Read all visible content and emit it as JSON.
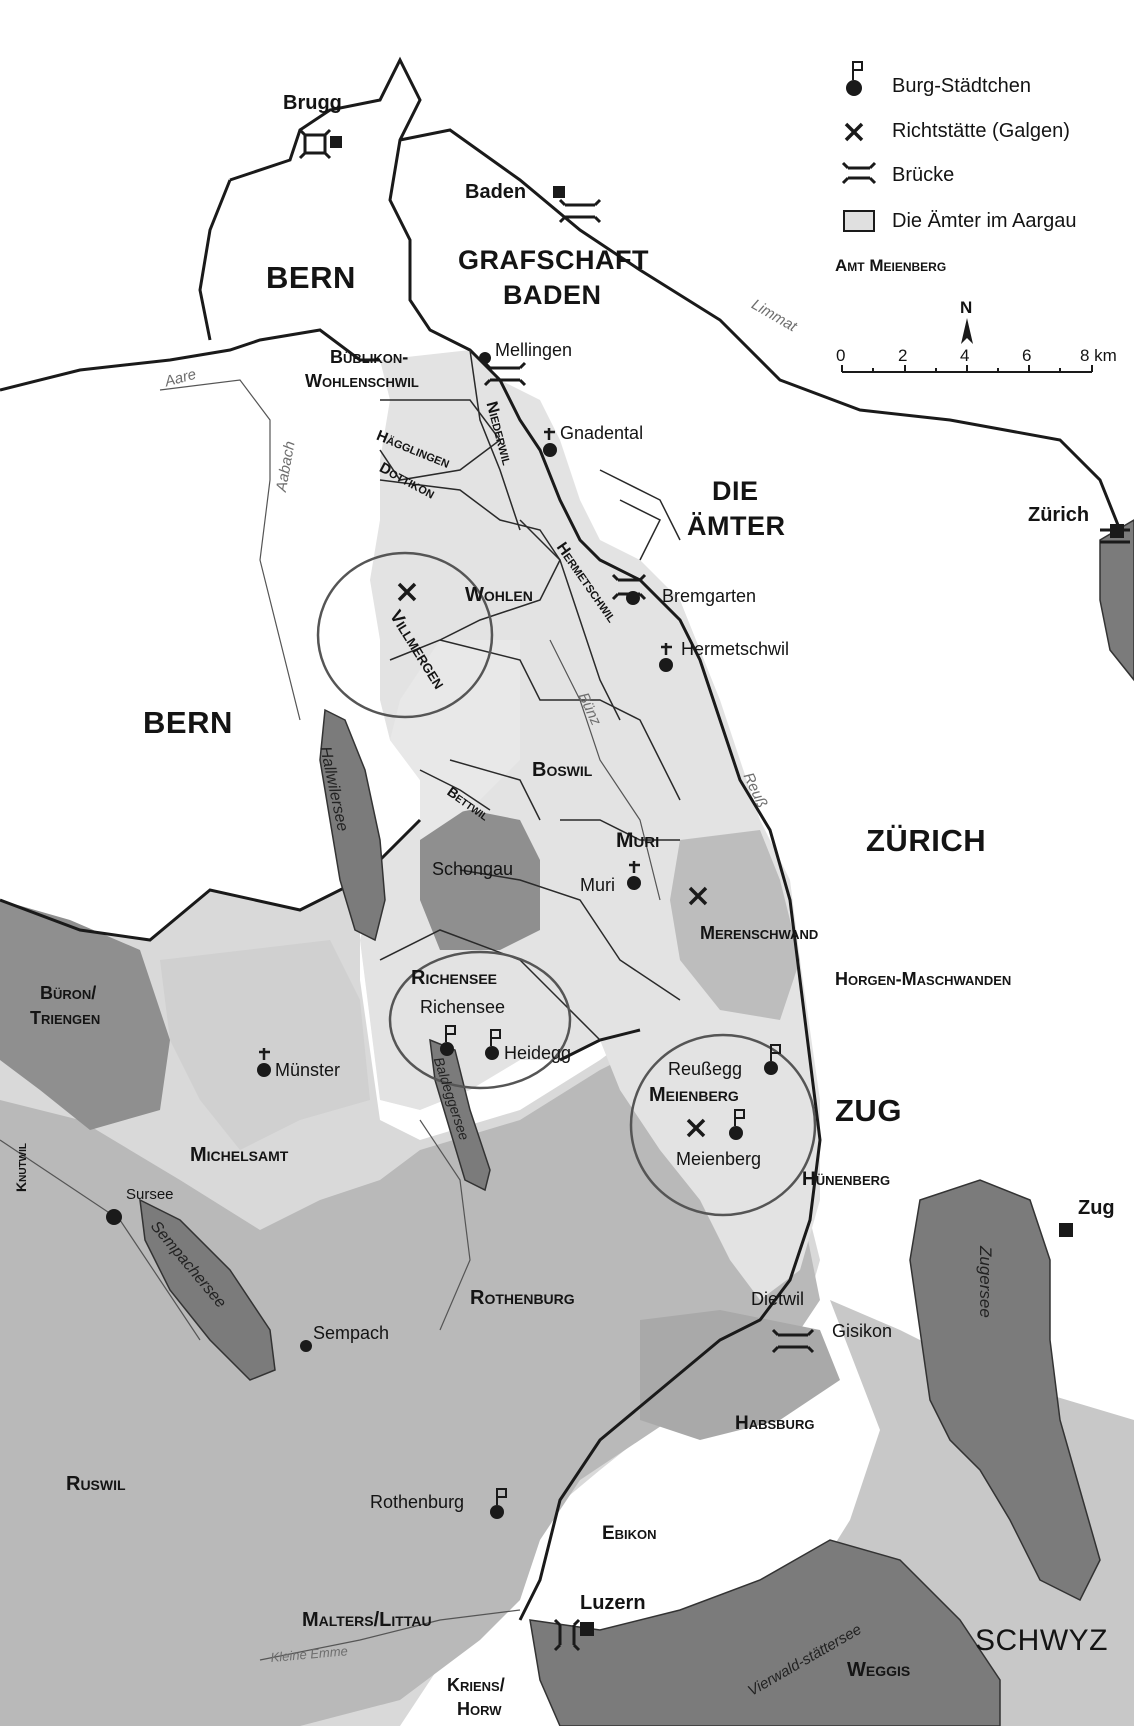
{
  "legend": {
    "burg": "Burg-Städtchen",
    "galgen": "Richtstätte (Galgen)",
    "bruecke": "Brücke",
    "aemter": "Die Ämter im Aargau",
    "amt_example": "Amt Meienberg"
  },
  "compass": "N",
  "scale_ticks": [
    "0",
    "2",
    "4",
    "6",
    "8 km"
  ],
  "regions": {
    "bern_north": "BERN",
    "bern_west": "BERN",
    "grafschaft_1": "GRAFSCHAFT",
    "grafschaft_2": "BADEN",
    "die_1": "DIE",
    "die_2": "ÄMTER",
    "zuerich": "ZÜRICH",
    "zug": "ZUG",
    "schwyz": "SCHWYZ"
  },
  "aemter": {
    "bueblikon_1": "Büblikon-",
    "bueblikon_2": "Wohlenschwil",
    "haeggingen": "Hägglingen",
    "dottikon": "Dottikon",
    "niederwil": "Niederwil",
    "hermetschwil": "Hermetschwil",
    "wohlen": "Wohlen",
    "villmergen": "Villmergen",
    "boswil": "Boswil",
    "bettwil": "Bettwil",
    "muri": "Muri",
    "schongau": "Schongau",
    "merenschwand": "Merenschwand",
    "horgen": "Horgen-Maschwanden",
    "richensee": "Richensee",
    "meienberg": "Meienberg",
    "huenenberg": "Hünenberg",
    "bueron_1": "Büron/",
    "bueron_2": "Triengen",
    "michelsamt": "Michelsamt",
    "knutwil": "Knutwil",
    "rothenburg": "Rothenburg",
    "habsburg": "Habsburg",
    "ruswil": "Ruswil",
    "ebikon": "Ebikon",
    "malters": "Malters/Littau",
    "kriens_1": "Kriens/",
    "kriens_2": "Horw",
    "weggis": "Weggis"
  },
  "towns": {
    "brugg": "Brugg",
    "baden": "Baden",
    "mellingen": "Mellingen",
    "gnadental": "Gnadental",
    "bremgarten": "Bremgarten",
    "hermetschwil": "Hermetschwil",
    "zuerich": "Zürich",
    "muri": "Muri",
    "richensee": "Richensee",
    "heidegg": "Heidegg",
    "muenster": "Münster",
    "reussegg": "Reußegg",
    "meienberg": "Meienberg",
    "sursee": "Sursee",
    "sempach": "Sempach",
    "dietwil": "Dietwil",
    "gisikon": "Gisikon",
    "zug": "Zug",
    "rothenburg": "Rothenburg",
    "luzern": "Luzern"
  },
  "waters": {
    "aare": "Aare",
    "limmat": "Limmat",
    "aabach": "Aabach",
    "bünz": "Bünz",
    "reuss": "Reuß",
    "hallwilersee": "Hallwilersee",
    "baldeggersee": "Baldeggersee",
    "sempachersee": "Sempachersee",
    "zugersee": "Zugersee",
    "vierwaldstaettersee": "Vierwald-stättersee",
    "kleine_emme": "Kleine Emme"
  },
  "colors": {
    "light_gray": "#d9d9d9",
    "mid_gray": "#b9b9b9",
    "dark_gray": "#8f8f8f",
    "lake": "#7b7b7b",
    "border": "#1a1a1a"
  }
}
